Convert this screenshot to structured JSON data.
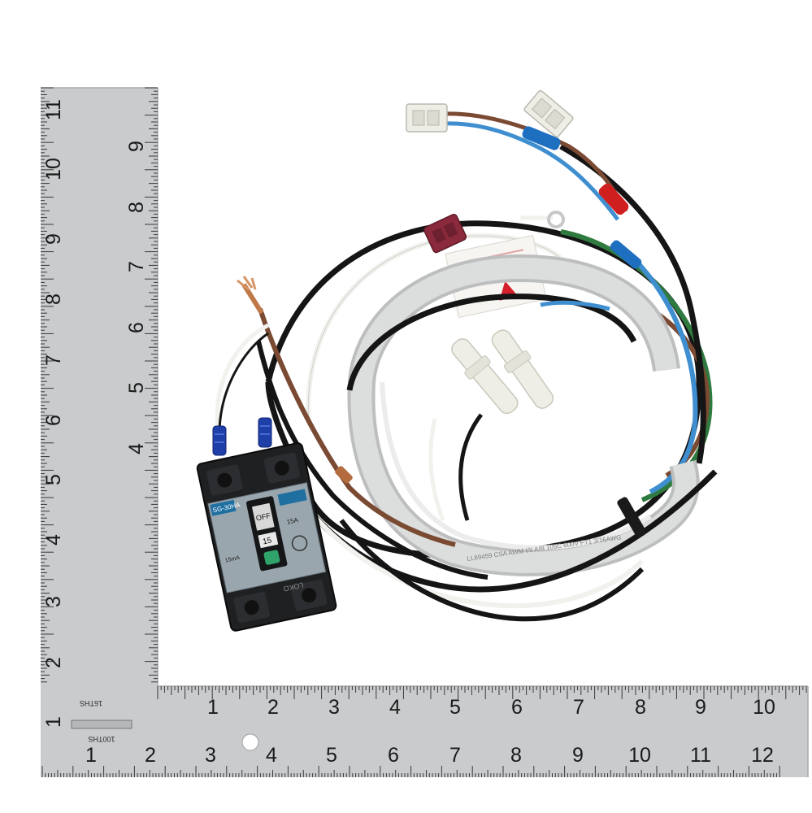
{
  "ruler": {
    "vertical_inner_numbers": [
      "1",
      "2",
      "3",
      "4",
      "5",
      "6",
      "7",
      "8",
      "9",
      "10",
      "11"
    ],
    "vertical_outer_numbers": [
      "4",
      "5",
      "6",
      "7",
      "8",
      "9"
    ],
    "horizontal_top_numbers": [
      "1",
      "2",
      "3",
      "4",
      "5",
      "6",
      "7",
      "8",
      "9",
      "10"
    ],
    "horizontal_bottom_numbers": [
      "1",
      "2",
      "3",
      "4",
      "5",
      "6",
      "7",
      "8",
      "9",
      "10",
      "11",
      "12"
    ],
    "scale_label_16ths": "16THS",
    "scale_label_100ths": "100THS"
  },
  "breaker": {
    "model_label": "SG-30HA",
    "switch_label": "OFF",
    "rating_label": "15",
    "brand_label": "LOKO",
    "rating_text": "15A",
    "sensitivity_text": "15mA"
  },
  "cable": {
    "jacket_print": "LL89459 CSA AWM I/II A/B 105C 600V FT1 3/16AWG"
  },
  "colors": {
    "ruler": "#c9cbcd",
    "breaker_body": "#1f2022",
    "breaker_label": "#9aa6ae",
    "cable_gray": "#dcdddd",
    "wire_black": "#151515",
    "wire_brown": "#7a4a33",
    "wire_blue": "#3f8fd0",
    "wire_green": "#2f7a3f",
    "wire_white": "#f1f1ee",
    "connector_maroon": "#8b2a3c",
    "connector_white": "#efeee6",
    "red_sleeve": "#d01f1f",
    "blue_sleeve": "#1f6fc0",
    "copper": "#c07a4a"
  }
}
